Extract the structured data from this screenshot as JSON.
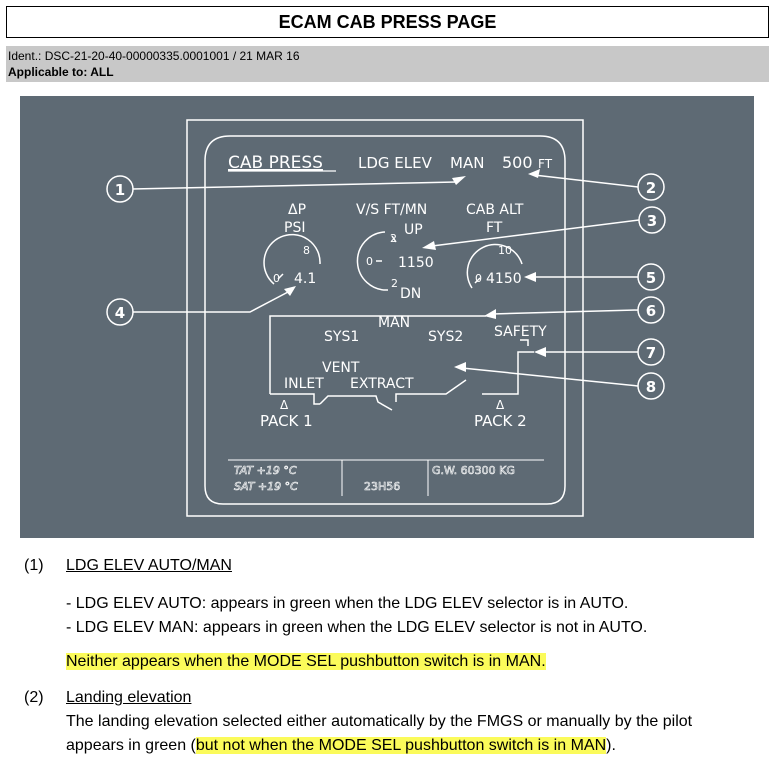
{
  "header": {
    "title": "ECAM CAB PRESS PAGE",
    "ident": "Ident.: DSC-21-20-40-00000335.0001001 / 21 MAR 16",
    "applicable": "Applicable to: ALL"
  },
  "figure": {
    "page_title": "CAB PRESS",
    "ldg_elev_label": "LDG ELEV",
    "ldg_mode": "MAN",
    "ldg_value": "500",
    "ldg_unit": "FT",
    "dp_symbol": "ΔP",
    "psi_label": "PSI",
    "psi_tick_max": "8",
    "psi_tick_min": "0",
    "psi_value": "4.1",
    "vs_label": "V/S FT/MN",
    "vs_up": "UP",
    "vs_tick_top": "2",
    "vs_tick_mid": "0",
    "vs_tick_bot": "2",
    "vs_value": "1150",
    "vs_dn": "DN",
    "cab_alt_label": "CAB ALT",
    "ft_label": "FT",
    "alt_tick_max": "10",
    "alt_tick_min": "0",
    "alt_value": "4150",
    "man_label": "MAN",
    "sys1_label": "SYS1",
    "sys2_label": "SYS2",
    "safety_label": "SAFETY",
    "vent_label": "VENT",
    "inlet_label": "INLET",
    "extract_label": "EXTRACT",
    "delta_symbol": "Δ",
    "pack1_label": "PACK 1",
    "pack2_label": "PACK 2",
    "tat_label": "TAT +19 °C",
    "sat_label": "SAT +19 °C",
    "time_value": "23H56",
    "gw_label": "G.W. 60300 KG",
    "callouts": [
      "1",
      "2",
      "3",
      "4",
      "5",
      "6",
      "7",
      "8"
    ]
  },
  "notes": {
    "n1": {
      "number": "(1)",
      "title": "LDG ELEV AUTO/MAN",
      "bullet1": "-  LDG ELEV AUTO: appears in green when the LDG ELEV selector is in AUTO.",
      "bullet2": "-  LDG ELEV MAN: appears in green when the LDG ELEV selector is not in AUTO.",
      "highlight": "Neither appears when the MODE SEL pushbutton switch is in MAN."
    },
    "n2": {
      "number": "(2)",
      "title": "Landing elevation",
      "line1": "The landing elevation selected either automatically by the FMGS or manually by the pilot",
      "line2_pre": "appears in green (",
      "line2_hl": "but not when the MODE SEL pushbutton switch is in MAN",
      "line2_post": ")."
    }
  },
  "colors": {
    "panel_bg": "#5e6a74",
    "line": "#ffffff",
    "highlight": "#fbfb5a",
    "ident_bar": "#c8c8c8"
  }
}
